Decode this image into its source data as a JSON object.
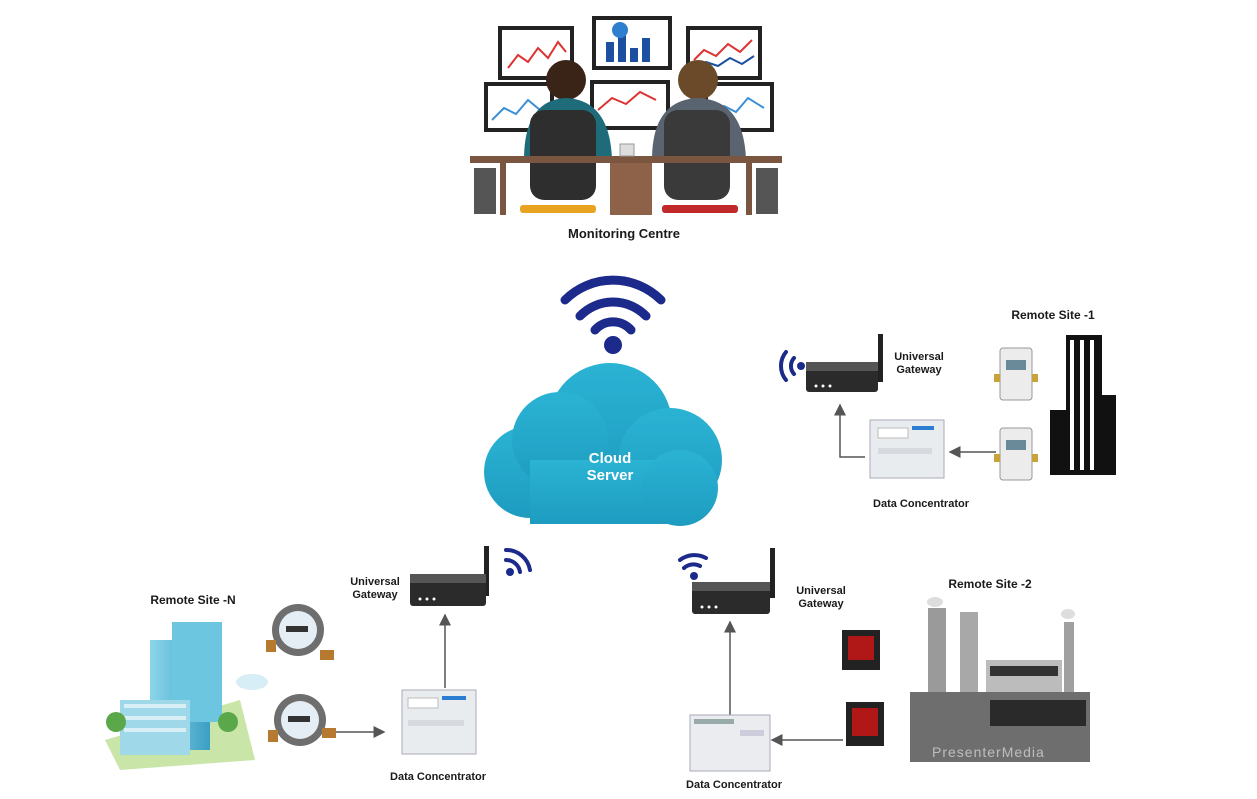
{
  "monitoring_centre": {
    "label": "Monitoring Centre"
  },
  "cloud": {
    "line1": "Cloud",
    "line2": "Server"
  },
  "remote_site_1": {
    "title": "Remote Site -1",
    "gateway_line1": "Universal",
    "gateway_line2": "Gateway",
    "concentrator_label": "Data Concentrator"
  },
  "remote_site_2": {
    "title": "Remote Site -2",
    "gateway_line1": "Universal",
    "gateway_line2": "Gateway",
    "concentrator_label": "Data Concentrator"
  },
  "remote_site_n": {
    "title": "Remote Site -N",
    "gateway_line1": "Universal",
    "gateway_line2": "Gateway",
    "concentrator_label": "Data Concentrator"
  },
  "watermark": "PresenterMedia",
  "colors": {
    "wifi": "#1c2a8c",
    "cloud": "#22a6c8",
    "arrow": "#555555",
    "device_dark": "#2b2b2b",
    "concentrator": "#e9ecef"
  }
}
